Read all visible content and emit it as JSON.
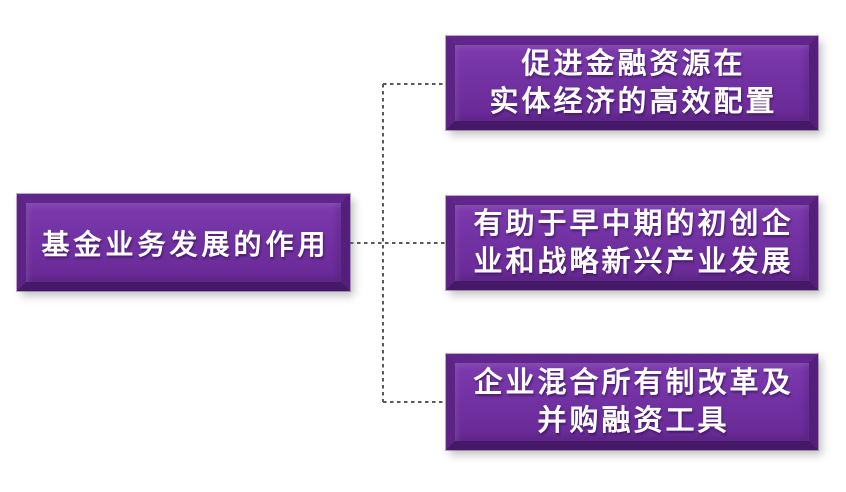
{
  "slide": {
    "background_color": "#ffffff",
    "root_node": {
      "label": "基金业务发展的作用"
    },
    "branch_nodes": [
      {
        "lines": [
          "促进金融资源在",
          "实体经济的高效配置"
        ]
      },
      {
        "lines": [
          "有助于早中期的初创企",
          "业和战略新兴产业发展"
        ]
      },
      {
        "lines": [
          "企业混合所有制改革及",
          "并购融资工具"
        ]
      }
    ],
    "colors": {
      "node_fill": "#7030a0",
      "node_bevel_top": "#60268b",
      "node_bevel_bottom": "#451968",
      "node_text": "#ffffff",
      "connector": "#595959"
    }
  }
}
